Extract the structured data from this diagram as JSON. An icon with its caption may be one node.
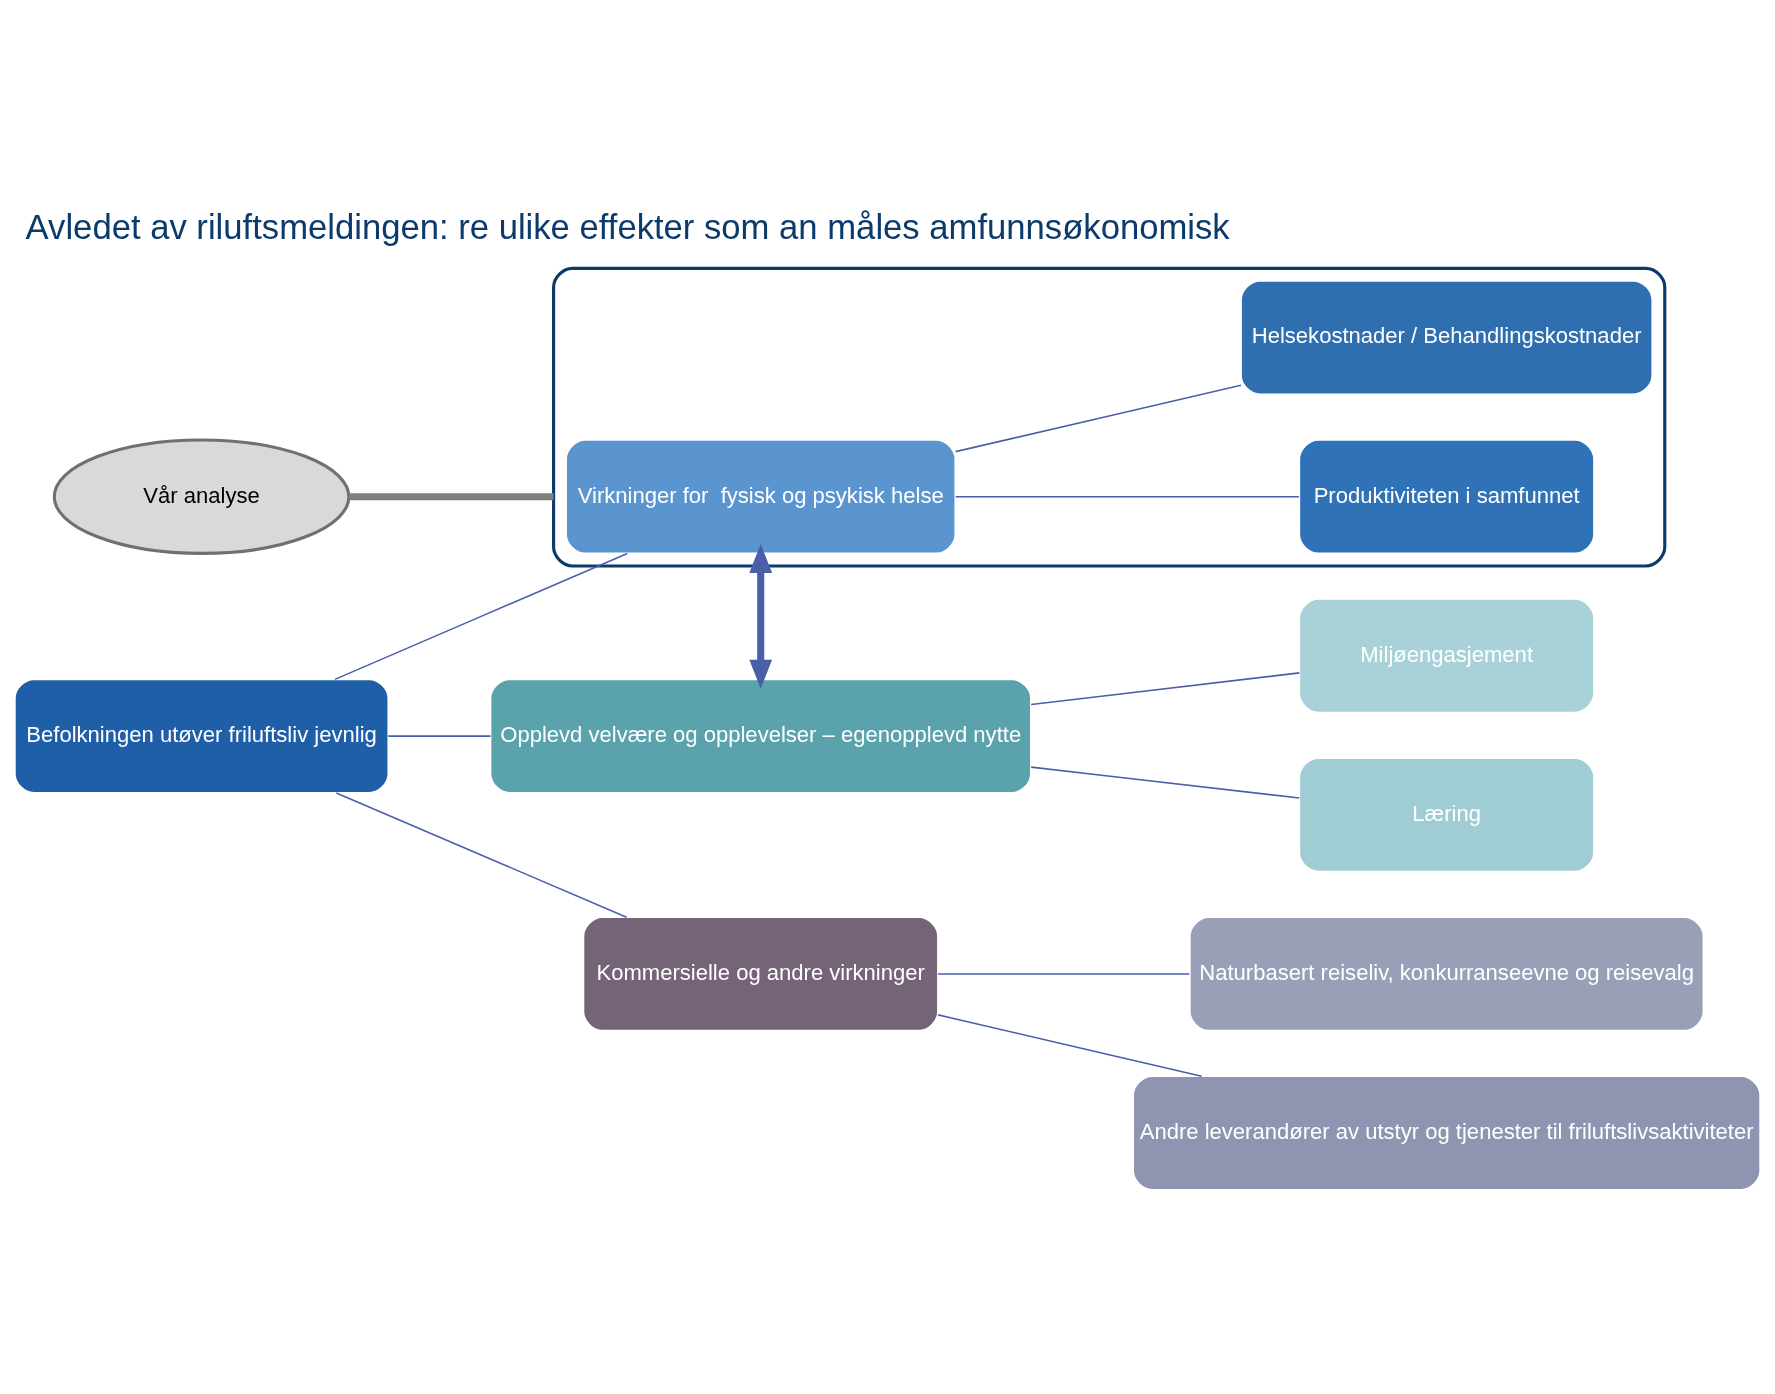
{
  "diagram": {
    "title": "Avledet av riluftsmeldingen: re ulike effekter som an måles amfunnsøkonomisk",
    "nodes": [
      {
        "text": [
          "Befolkningen utøver friluftsliv jevnlig"
        ]
      },
      {
        "text": [
          "Opplevd velvære og opplevelser – egenopplevd nytte"
        ]
      },
      {
        "text": [
          "Miljøengasjement"
        ]
      },
      {
        "text": [
          "Læring"
        ]
      },
      {
        "text": [],
        "shape": "ellipse"
      },
      {
        "text": [
          "Virkninger for  fysisk og psykisk helse"
        ],
        "in": 4
      },
      {
        "text": [
          "Produktiviteten i samfunnet"
        ],
        "in": 4
      },
      {
        "text": [
          "Helsekostnader / Behandlingskostnader"
        ],
        "in": 4
      },
      {
        "text": [
          "Kommersielle og andre virkninger"
        ]
      },
      {
        "text": [
          "Naturbasert reiseliv, konkurranseevne og reisevalg"
        ]
      },
      {
        "text": [
          "Andre leverandører av utstyr og tjenester til friluftslivsaktiviteter"
        ]
      },
      {
        "text": [
          "Vår analyse"
        ]
      }
    ],
    "edges": [
      {
        "from": 0,
        "to": 1,
        "arrow": "none"
      },
      {
        "from": 0,
        "to": 5,
        "arrow": "none"
      },
      {
        "from": 0,
        "to": 8,
        "arrow": "none"
      },
      {
        "from": 1,
        "to": 2,
        "arrow": "none"
      },
      {
        "from": 1,
        "to": 3,
        "arrow": "none"
      },
      {
        "from": 5,
        "to": 6,
        "arrow": "none"
      },
      {
        "from": 5,
        "to": 7,
        "arrow": "none"
      },
      {
        "from": 8,
        "to": 9,
        "arrow": "none"
      },
      {
        "from": 8,
        "to": 10,
        "arrow": "none"
      },
      {
        "from": 1,
        "to": 5,
        "arrow": "both",
        "style": "thick"
      },
      {
        "from": 11,
        "to": 4,
        "arrow": "none",
        "style": "thick",
        "color": "#808080"
      }
    ]
  }
}
